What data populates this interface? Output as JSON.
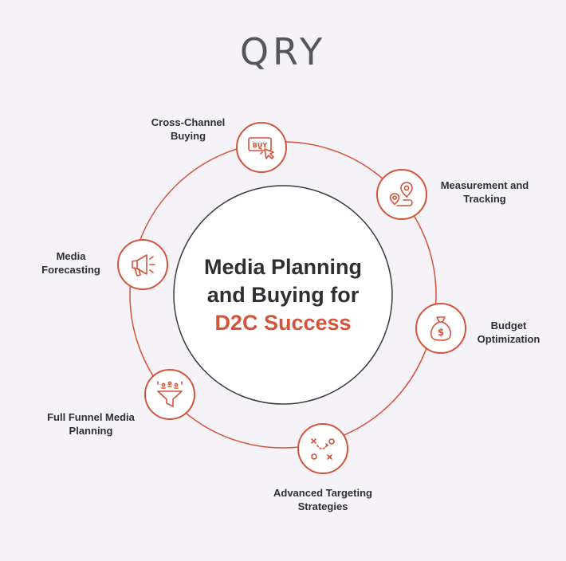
{
  "brand": {
    "logo_text": "QRY"
  },
  "colors": {
    "accent": "#d4543a",
    "text": "#2f2f33",
    "background": "#f5f3f8"
  },
  "center": {
    "line1": "Media Planning",
    "line2": "and Buying for",
    "line3": "D2C Success"
  },
  "nodes": [
    {
      "label_1": "Cross-Channel",
      "label_2": "Buying",
      "icon": "buy-button-cursor-icon",
      "icon_text": "BUY"
    },
    {
      "label_1": "Measurement and",
      "label_2": "Tracking",
      "icon": "route-pin-icon"
    },
    {
      "label_1": "Budget",
      "label_2": "Optimization",
      "icon": "money-bag-icon",
      "icon_text": "$"
    },
    {
      "label_1": "Advanced Targeting",
      "label_2": "Strategies",
      "icon": "strategy-play-icon"
    },
    {
      "label_1": "Full Funnel Media",
      "label_2": "Planning",
      "icon": "funnel-people-icon"
    },
    {
      "label_1": "Media",
      "label_2": "Forecasting",
      "icon": "megaphone-icon"
    }
  ]
}
